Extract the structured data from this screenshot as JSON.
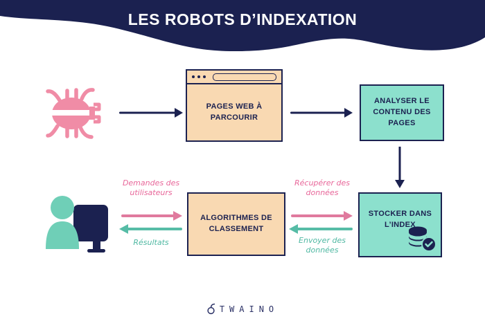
{
  "title": "LES ROBOTS D’INDEXATION",
  "nodes": {
    "pages_web": "PAGES WEB À\nPARCOURIR",
    "analyser": "ANALYSER LE\nCONTENU DES\nPAGES",
    "stocker": "STOCKER DANS\nL’INDEX",
    "algorithmes": "ALGORITHMES DE\nCLASSEMENT"
  },
  "labels": {
    "demandes": "Demandes des\nutilisateurs",
    "resultats": "Résultats",
    "recuperer": "Récupérer des\ndonnées",
    "envoyer": "Envoyer des\ndonnées"
  },
  "icons": {
    "crawler_bug": "bug-icon",
    "user_computer": "user-at-computer-icon",
    "database_check": "database-check-icon",
    "leaf": "leaf-icon"
  },
  "colors": {
    "navy": "#1b2150",
    "peach": "#f9d9b2",
    "teal_fill": "#8ce0cd",
    "pink_arrow": "#e07a9e",
    "pink_text": "#e8679a",
    "teal_arrow": "#56bca6",
    "teal_text": "#4fb8a2",
    "bug_pink": "#f08ca6",
    "person_teal": "#6fcfb7"
  },
  "logo": {
    "text": "TWAINO"
  }
}
